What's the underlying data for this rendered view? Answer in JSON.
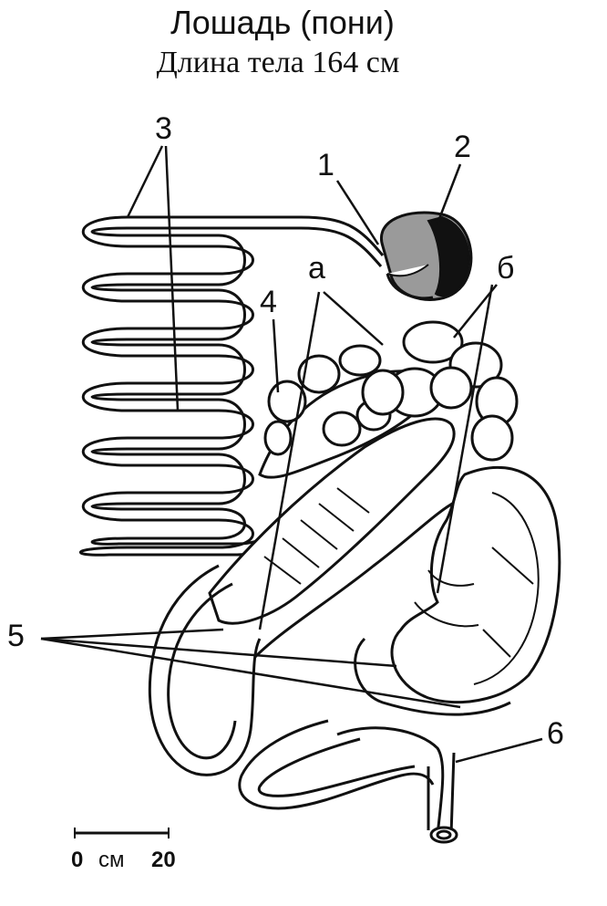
{
  "header": {
    "title": "Лошадь (пони)",
    "subtitle": "Длина тела 164 см"
  },
  "labels": {
    "l1": "1",
    "l2": "2",
    "l3": "3",
    "l4": "4",
    "l5": "5",
    "l6": "6",
    "la": "а",
    "lb": "б"
  },
  "scale": {
    "start": "0",
    "unit": "см",
    "end": "20"
  }
}
